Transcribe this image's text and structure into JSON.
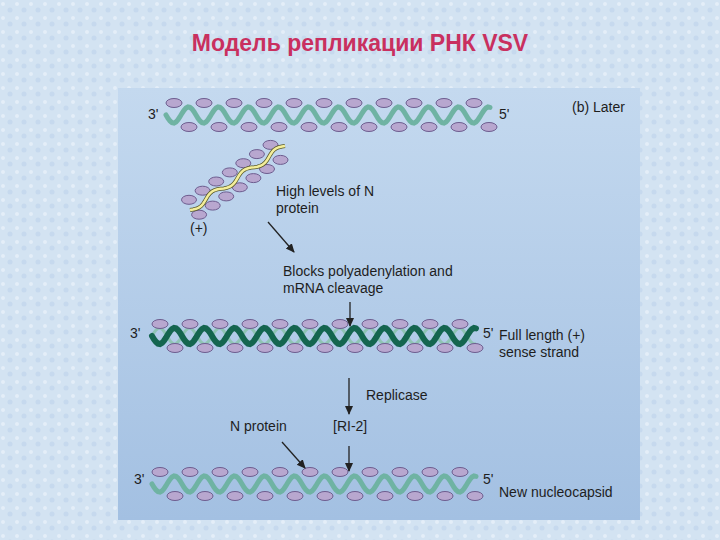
{
  "diagram": {
    "title": "Модель репликации РНК VSV",
    "labels": [
      "3'",
      "5'",
      "(b) Later",
      "High levels of N protein",
      "(+)",
      "Blocks polyadenylation and mRNA cleavage",
      "3'",
      "5'",
      "Full length (+) sense strand",
      "Replicase",
      "N protein",
      "[RI-2]",
      "3'",
      "5'",
      "New nucleocapsid"
    ]
  }
}
